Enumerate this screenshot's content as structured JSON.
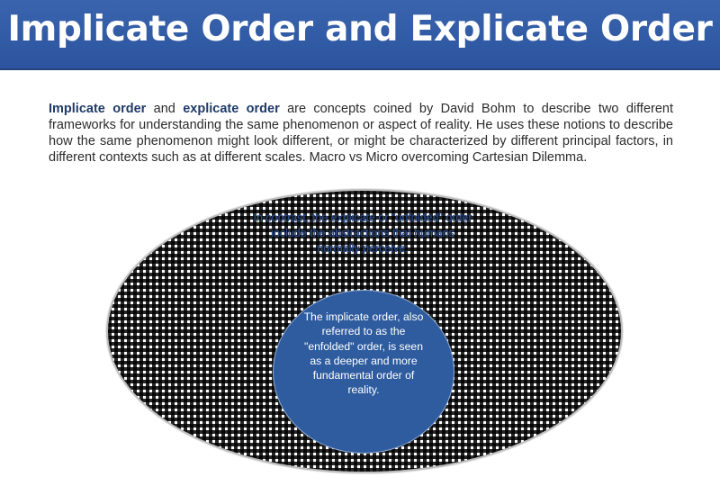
{
  "header": {
    "title": "Implicate Order and Explicate Order"
  },
  "intro": {
    "term1": "Implicate order",
    "and": " and ",
    "term2": "explicate order",
    "body": " are concepts coined by David Bohm to describe two different frameworks for understanding the same phenomenon or aspect of reality. He uses these notions to describe how the same phenomenon might look different, or might be characterized by different principal factors, in different contexts such as at different scales. Macro vs Micro overcoming Cartesian Dilemma."
  },
  "diagram": {
    "outer_text": "In contrast, the explicate or \"unfolded\" order include the abstractions that humans normally perceive.",
    "inner_text": "The implicate order, also referred to as the \"enfolded\" order, is seen as a deeper and more fundamental order of reality."
  }
}
